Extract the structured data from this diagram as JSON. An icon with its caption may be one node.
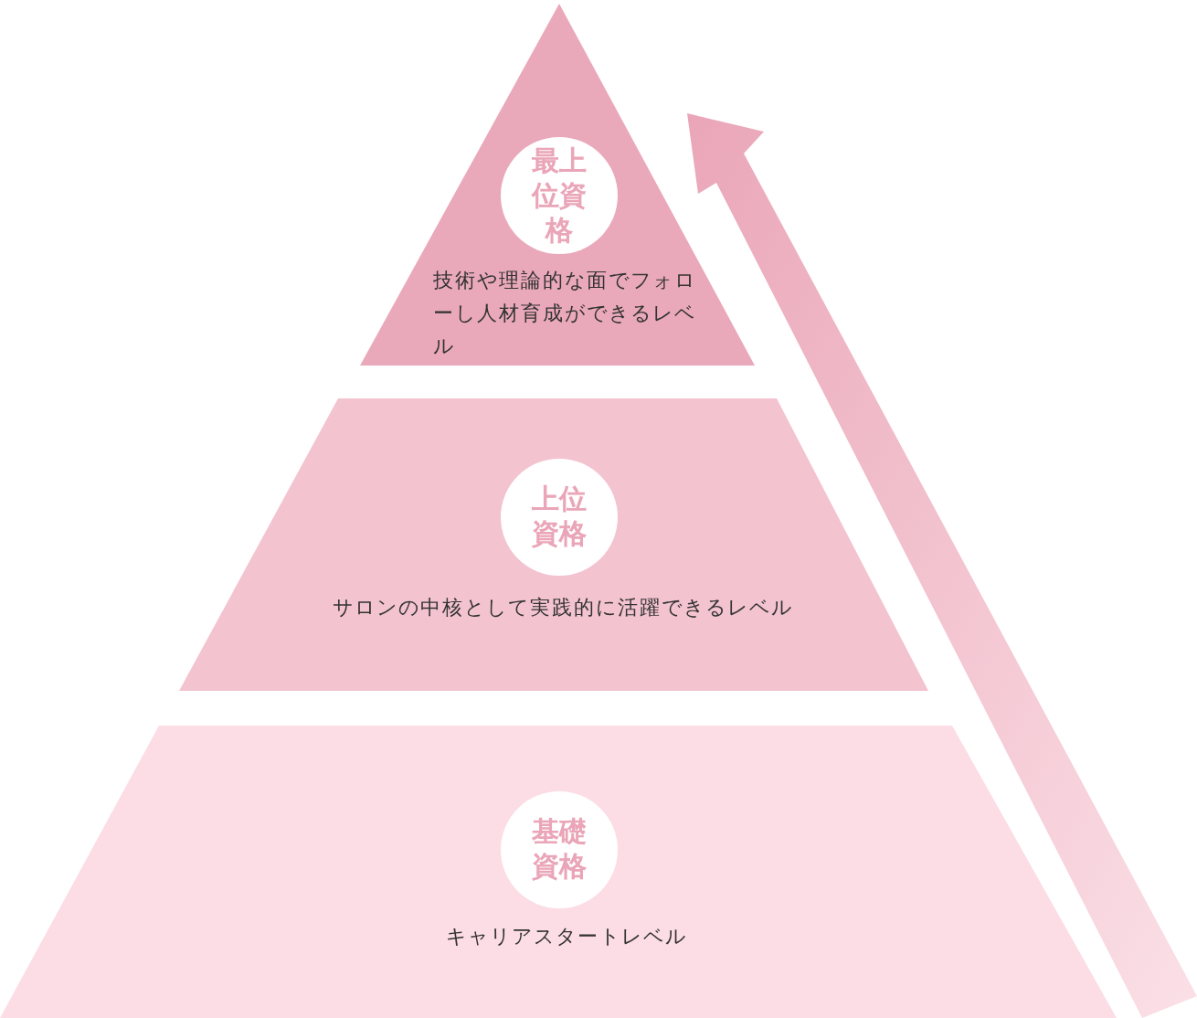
{
  "diagram": {
    "nodes": [
      {
        "text": [
          "最上位資格",
          "技術や理論的な面でフォローし人材育成ができるレベル"
        ]
      },
      {
        "text": [
          "上位資格",
          "サロンの中核として実践的に活躍できるレベル"
        ]
      },
      {
        "text": [
          "基礎資格",
          "キャリアスタートレベル"
        ]
      }
    ]
  }
}
